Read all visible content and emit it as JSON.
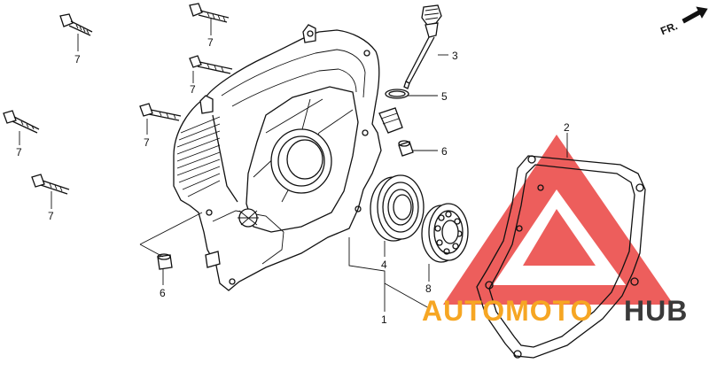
{
  "orientation": {
    "label": "FR."
  },
  "callouts": {
    "bolt_top_left": "7",
    "bolt_top_mid": "7",
    "bolt_mid_upper": "7",
    "bolt_mid_lower": "7",
    "bolt_left_upper": "7",
    "bolt_left_lower": "7",
    "dipstick": "3",
    "oring": "5",
    "dowel_right": "6",
    "dowel_left": "6",
    "gasket": "2",
    "bearing_large": "4",
    "bearing_small": "8",
    "cover": "1"
  },
  "watermark": {
    "part1": "AUTOMOTO",
    "part2": "HUB",
    "color_triangle": "#e8312f",
    "color_part1": "#f6a623",
    "color_part2": "#3a3a3a"
  }
}
